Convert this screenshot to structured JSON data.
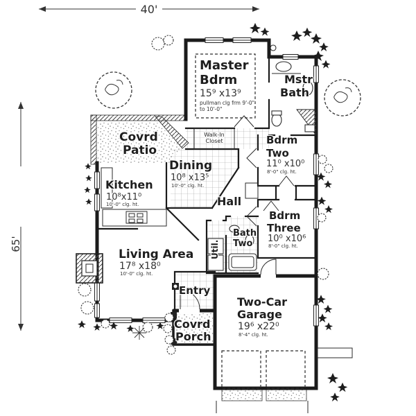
{
  "dimensions": {
    "top": "40'",
    "left": "65'"
  },
  "rooms": {
    "covrd_patio": {
      "line1": "Covrd",
      "line2": "Patio"
    },
    "master": {
      "line1": "Master",
      "line2": "Bdrm",
      "dims": "15⁹ x13⁹",
      "note1": "pullman clg frm 9'-0\"",
      "note2": "to 10'-0\""
    },
    "mstr_bath": {
      "line1": "Mstr",
      "line2": "Bath"
    },
    "walkin": {
      "line1": "Walk-In",
      "line2": "Closet"
    },
    "bdrm_two": {
      "line1": "Bdrm",
      "line2": "Two",
      "dims": "11⁰ x10⁰",
      "note": "8'-0\" clg. ht."
    },
    "dining": {
      "line1": "Dining",
      "dims": "10⁸ x13⁵",
      "note": "10'-0\" clg. ht."
    },
    "kitchen": {
      "line1": "Kitchen",
      "dims": "10⁸x11⁰",
      "note": "10'-0\" clg. ht."
    },
    "hall": {
      "line1": "Hall"
    },
    "bdrm_three": {
      "line1": "Bdrm",
      "line2": "Three",
      "dims": "10⁰ x10⁶",
      "note": "8'-0\" clg. ht."
    },
    "bath_two": {
      "line1": "Bath",
      "line2": "Two"
    },
    "util": {
      "line1": "Util."
    },
    "living": {
      "line1": "Living Area",
      "dims": "17⁸ x18⁰",
      "note": "10'-0\" clg. ht."
    },
    "entry": {
      "line1": "Entry"
    },
    "covrd_porch": {
      "line1": "Covrd",
      "line2": "Porch"
    },
    "garage": {
      "line1": "Two-Car",
      "line2": "Garage",
      "dims": "19⁶ x22⁰",
      "note": "8'-4\" clg. ht."
    }
  }
}
